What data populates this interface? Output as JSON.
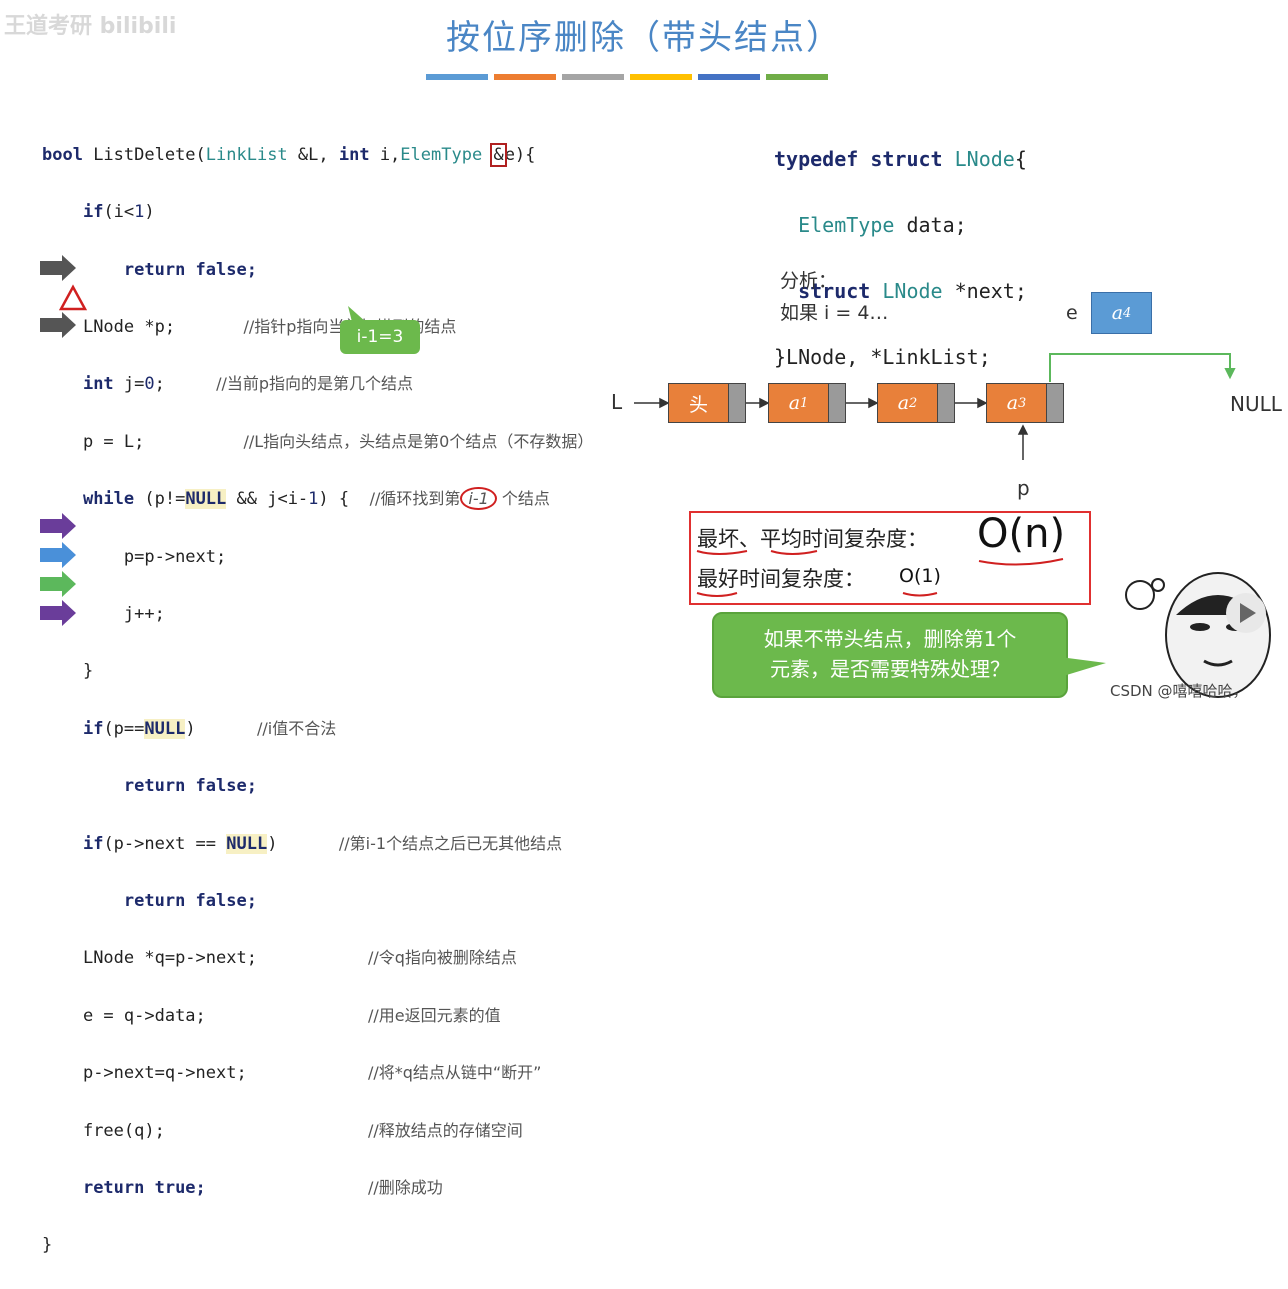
{
  "header": {
    "watermark": "王道考研 bilibili",
    "title": "按位序删除（带头结点）",
    "bar_colors": [
      "#5b9bd5",
      "#ed7d31",
      "#a5a5a5",
      "#ffc000",
      "#4472c4",
      "#70ad47"
    ]
  },
  "code": {
    "l1_kw": "bool",
    "l1_fn": " ListDelete(",
    "l1_ty": "LinkList",
    "l1_rest": " &L, ",
    "l1_int": "int",
    "l1_i": " i,",
    "l1_ety": "ElemType",
    "l1_amp": "&",
    "l1_end": "e){",
    "l2_if": "if",
    "l2_cond": "(i<",
    "l2_num": "1",
    "l2_close": ")",
    "l3": "return false;",
    "l4_code": "LNode *p;",
    "l4_cmt": "//指针p指向当前扫描到的结点",
    "l5_int": "int",
    "l5_code": " j=",
    "l5_num": "0",
    "l5_semi": ";",
    "l5_cmt": "//当前p指向的是第几个结点",
    "l6_code": "p = L;",
    "l6_cmt": "//L指向头结点，头结点是第0个结点（不存数据）",
    "l7_kw": "while",
    "l7_a": " (p!=",
    "l7_null": "NULL",
    "l7_b": " && j<i-",
    "l7_num": "1",
    "l7_c": ") {",
    "l7_cmt1": "//循环找到第",
    "l7_cmt2": "i-1",
    "l7_cmt3": " 个结点",
    "l8": "p=p->next;",
    "l9": "j++;",
    "l10": "}",
    "l11_if": "if",
    "l11_a": "(p==",
    "l11_null": "NULL",
    "l11_b": ")",
    "l11_cmt": "//i值不合法",
    "l12": "return false;",
    "l13_if": "if",
    "l13_a": "(p->next == ",
    "l13_null": "NULL",
    "l13_b": ")",
    "l13_cmt": "//第i-1个结点之后已无其他结点",
    "l14": "return false;",
    "l15_code": "LNode *q=p->next;",
    "l15_cmt": "//令q指向被删除结点",
    "l16_code": "e = q->data;",
    "l16_cmt": "//用e返回元素的值",
    "l17_code": "p->next=q->next;",
    "l17_cmt": "//将*q结点从链中“断开”",
    "l18_code": "free(q);",
    "l18_cmt": "//释放结点的存储空间",
    "l19_code": "return true;",
    "l19_cmt": "//删除成功",
    "l20": "}"
  },
  "callout_i": "i-1=3",
  "struct": {
    "s1_kw": "typedef struct",
    "s1_ty": " LNode",
    "s1_end": "{",
    "s2_ty": "ElemType",
    "s2_rest": " data;",
    "s3_kw": "struct",
    "s3_ty": " LNode",
    "s3_rest": " *next;",
    "s4": "}LNode, *LinkList;"
  },
  "analysis": {
    "label": "分析：",
    "case": "如果 i = 4…"
  },
  "list": {
    "L": "L",
    "e_label": "e",
    "e_val": "a4",
    "nodes": [
      {
        "label": "头"
      },
      {
        "label": "a1"
      },
      {
        "label": "a2"
      },
      {
        "label": "a3"
      }
    ],
    "null_label": "NULL",
    "p_label": "p"
  },
  "complexity": {
    "worst_label": "最坏、平均时间复杂度：",
    "worst_val": "O(n)",
    "best_label": "最好时间复杂度：",
    "best_val": "O(1)"
  },
  "question": {
    "line1": "如果不带头结点，删除第1个",
    "line2": "元素，是否需要特殊处理？"
  },
  "footer": {
    "watermark": "CSDN @嘻嘻哈哈，"
  },
  "arrows": [
    "#555555",
    "#555555",
    "#6a3d9a",
    "#4a90d9",
    "#5cb85c",
    "#6a3d9a"
  ]
}
